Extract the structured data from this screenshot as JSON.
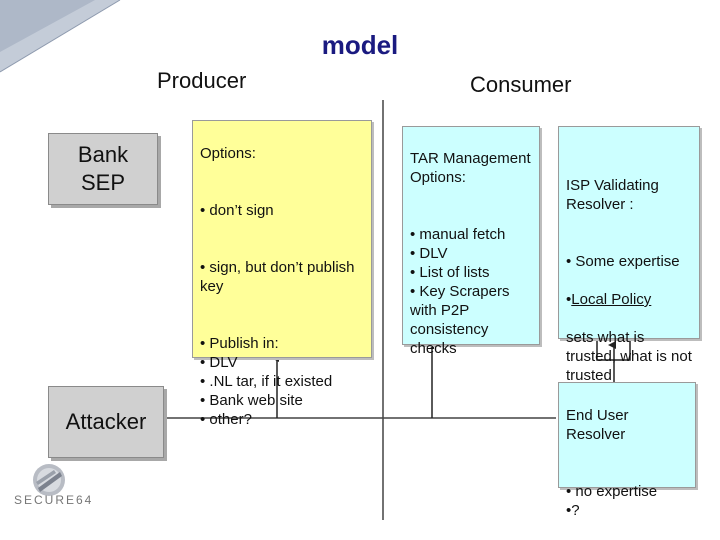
{
  "title": "model",
  "headers": {
    "producer": "Producer",
    "consumer": "Consumer"
  },
  "bank_box": {
    "line1": "Bank",
    "line2": "SEP"
  },
  "attacker_box": "Attacker",
  "options_box": [
    "Options:",
    "• don’t sign",
    "• sign, but don’t publish key",
    "• Publish in:\n•  DLV\n•  .NL tar, if it existed\n•  Bank web site\n•  other?"
  ],
  "tar_box": [
    "TAR Management Options:",
    "• manual fetch\n• DLV\n• List of lists\n• Key Scrapers with P2P consistency checks"
  ],
  "isp_box": {
    "heading": "ISP Validating Resolver :",
    "line1": "• Some expertise",
    "bullet": "•",
    "policy_link": "Local Policy",
    "rest": "sets what is trusted, what is not trusted"
  },
  "end_user_box": [
    "End User Resolver",
    "• no expertise\n•?"
  ],
  "logo": {
    "text": "SECURE64",
    "icon": "secure64-logo-icon"
  },
  "colors": {
    "title": "#1a1a80",
    "producer_box": "#ffff99",
    "consumer_box": "#ccffff",
    "actor_box": "#d0d0d0",
    "corner_decoration": "#a8b4c8"
  }
}
